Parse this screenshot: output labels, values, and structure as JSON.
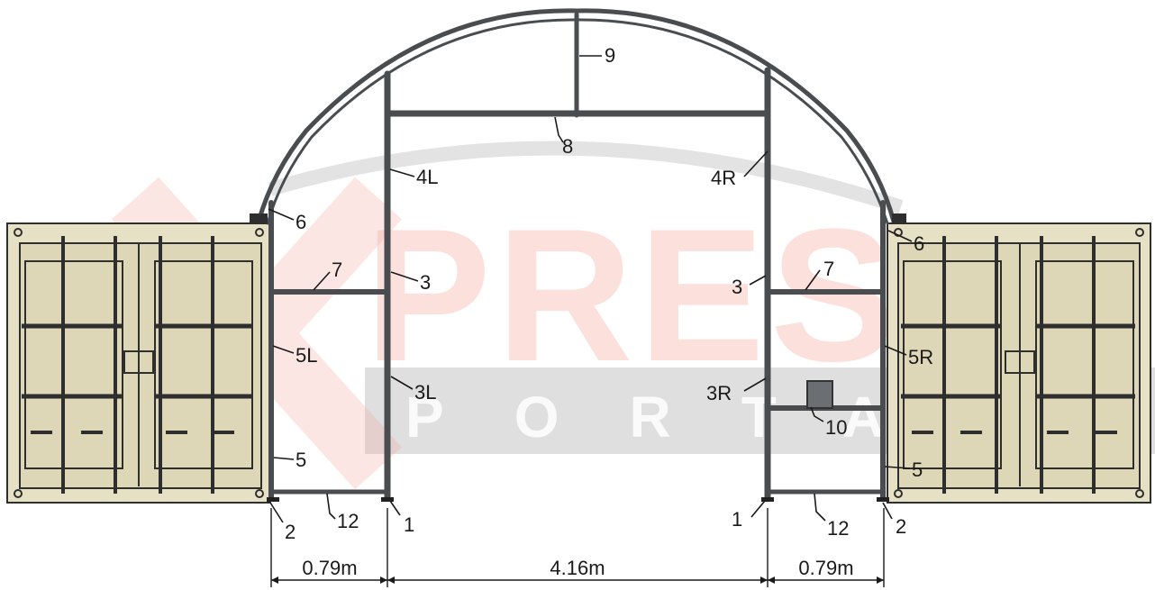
{
  "watermark": {
    "main_text": "PRESS",
    "sub_text": "PORTABLE"
  },
  "labels": {
    "p1_left": "1",
    "p1_right": "1",
    "p2_left": "2",
    "p2_right": "2",
    "p3_left": "3",
    "p3_right": "3",
    "p3L": "3L",
    "p3R": "3R",
    "p4L": "4L",
    "p4R": "4R",
    "p5_left": "5",
    "p5_right": "5",
    "p5L": "5L",
    "p5R": "5R",
    "p6_left": "6",
    "p6_right": "6",
    "p7_left": "7",
    "p7_right": "7",
    "p8": "8",
    "p9": "9",
    "p10": "10",
    "p12_left": "12",
    "p12_right": "12"
  },
  "dimensions": {
    "left": "0.79m",
    "center": "4.16m",
    "right": "0.79m"
  },
  "colors": {
    "frame": "#4a4d50",
    "container_fill": "#e6e0c4",
    "container_stroke": "#2e2e2e",
    "watermark_red": "#f3a59c",
    "watermark_band": "#b9b9b9"
  }
}
